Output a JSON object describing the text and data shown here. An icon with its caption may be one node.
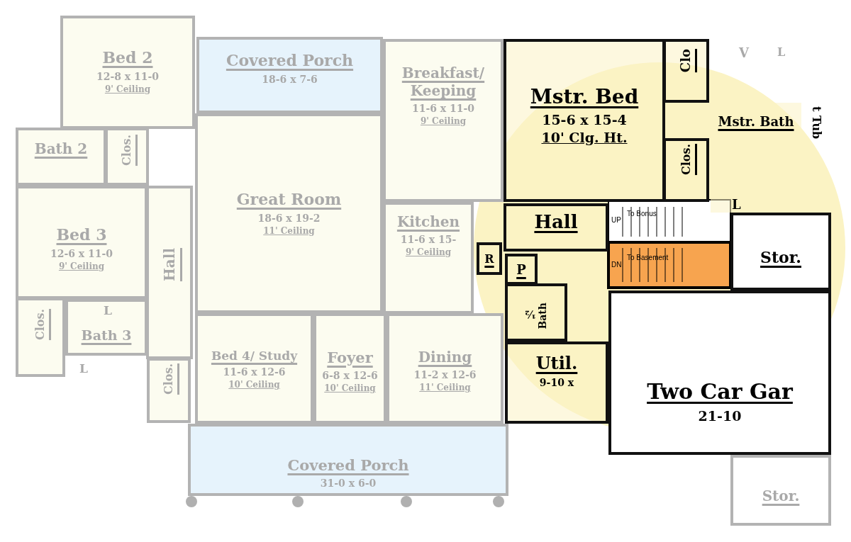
{
  "diagram": {
    "nodes": [
      {
        "text": [
          "Bed 2",
          "12-8 x 11-0",
          "9' Ceiling"
        ]
      },
      {
        "text": [
          "Covered Porch",
          "18-6 x 7-6"
        ]
      },
      {
        "text": [
          "Breakfast/ Keeping",
          "11-6 x 11-0",
          "9' Ceiling"
        ]
      },
      {
        "text": [
          "Mstr. Bed",
          "15-6 x 15-4",
          "10' Clg. Ht."
        ]
      },
      {
        "text": [
          "Clo"
        ]
      },
      {
        "text": [
          "Mstr. Bath"
        ]
      },
      {
        "text": [
          "Bath 2"
        ]
      },
      {
        "text": [
          "Clos."
        ]
      },
      {
        "text": [
          "Great Room",
          "18-6 x 19-2",
          "11' Ceiling"
        ]
      },
      {
        "text": [
          "Bed 3",
          "12-6 x 11-0",
          "9' Ceiling"
        ]
      },
      {
        "text": [
          "Hall"
        ]
      },
      {
        "text": [
          "Kitchen",
          "11-6 x 15-",
          "9' Ceiling"
        ]
      },
      {
        "text": [
          "Hall"
        ]
      },
      {
        "text": [
          "Clos."
        ]
      },
      {
        "text": [
          "R"
        ]
      },
      {
        "text": [
          "P"
        ]
      },
      {
        "text": [
          "Stor."
        ]
      },
      {
        "text": [
          "Clos."
        ]
      },
      {
        "text": [
          "Bath 3"
        ]
      },
      {
        "text": [
          "½",
          "Bath"
        ]
      },
      {
        "text": [
          "Bed 4/ Study",
          "11-6 x 12-6",
          "10' Ceiling"
        ]
      },
      {
        "text": [
          "Foyer",
          "6-8 x 12-6",
          "10' Ceiling"
        ]
      },
      {
        "text": [
          "Dining",
          "11-2 x 12-6",
          "11' Ceiling"
        ]
      },
      {
        "text": [
          "Util.",
          "9-10 x"
        ]
      },
      {
        "text": [
          "Clos."
        ]
      },
      {
        "text": [
          "Two Car Gar",
          "21-10"
        ]
      },
      {
        "text": [
          "Covered Porch",
          "31-0 x 6-0"
        ]
      },
      {
        "text": [
          "Stor."
        ]
      }
    ],
    "labels": [
      "V",
      "L",
      "t Tub",
      "L",
      "UP",
      "To Bonus",
      "DN",
      "To Basement",
      "L",
      "L"
    ]
  }
}
